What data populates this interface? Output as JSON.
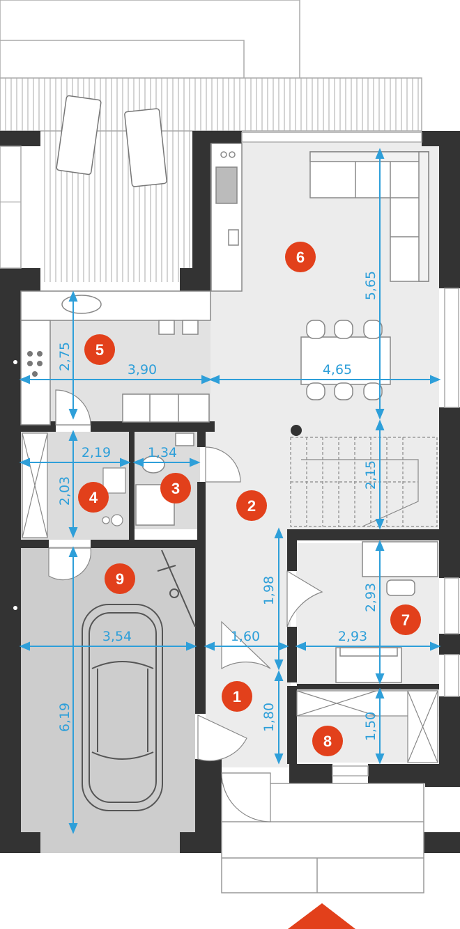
{
  "colors": {
    "wall": "#333333",
    "floor_light": "#ececec",
    "floor_garage": "#cdcdcd",
    "floor_bath": "#dcdcdc",
    "dimension": "#2e9fd9",
    "marker": "#e2401b",
    "line": "#999999"
  },
  "rooms": [
    {
      "id": "1",
      "label": "1"
    },
    {
      "id": "2",
      "label": "2"
    },
    {
      "id": "3",
      "label": "3"
    },
    {
      "id": "4",
      "label": "4"
    },
    {
      "id": "5",
      "label": "5"
    },
    {
      "id": "6",
      "label": "6"
    },
    {
      "id": "7",
      "label": "7"
    },
    {
      "id": "8",
      "label": "8"
    },
    {
      "id": "9",
      "label": "9"
    }
  ],
  "dimensions": {
    "d_2_75": "2,75",
    "d_3_90": "3,90",
    "d_4_65": "4,65",
    "d_5_65": "5,65",
    "d_2_19": "2,19",
    "d_1_34": "1,34",
    "d_2_03": "2,03",
    "d_2_15": "2,15",
    "d_1_98": "1,98",
    "d_2_93_v": "2,93",
    "d_2_93_h": "2,93",
    "d_3_54": "3,54",
    "d_1_60": "1,60",
    "d_1_80": "1,80",
    "d_1_50": "1,50",
    "d_6_19": "6,19"
  },
  "icons": [
    "entrance-arrow-icon",
    "car-icon",
    "bicycle-icon",
    "sofa-icon",
    "dining-table-icon",
    "stairs-icon",
    "stove-icon",
    "sink-icon",
    "toilet-icon"
  ]
}
